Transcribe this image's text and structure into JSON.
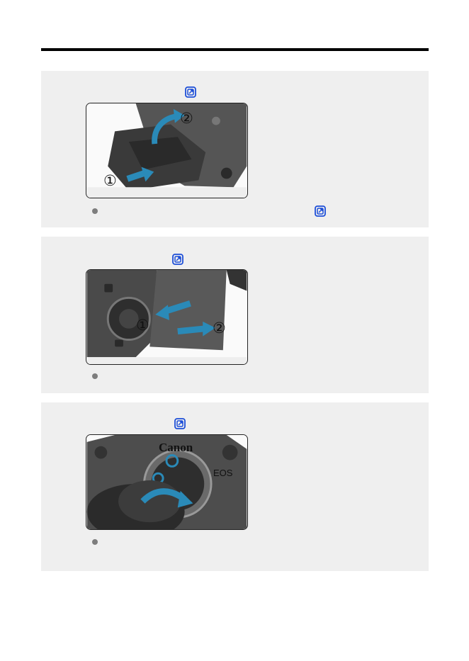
{
  "colors": {
    "rule": "#000000",
    "panel_background": "#efefef",
    "link_icon": "#1d4fd8",
    "bullet": "#7d7d7d",
    "arrow": "#2a8ab8"
  },
  "icons": {
    "link": "external-reference-icon",
    "bullet": "bullet-dot"
  },
  "steps": [
    {
      "link_icon": "external-reference-icon",
      "illustration": "camera-battery-compartment-cover",
      "callouts": [
        "①",
        "②"
      ],
      "bullet_link_icon": "external-reference-icon"
    },
    {
      "link_icon": "external-reference-icon",
      "illustration": "camera-card-slot-cover",
      "callouts": [
        "①",
        "②"
      ]
    },
    {
      "link_icon": "external-reference-icon",
      "illustration": "camera-lens-mount",
      "brand_text": "Canon",
      "model_text": "EOS"
    }
  ]
}
